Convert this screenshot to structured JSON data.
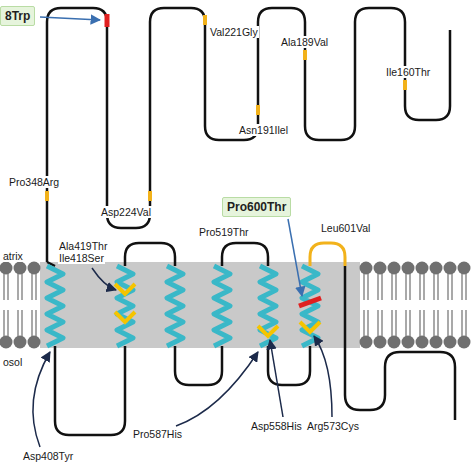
{
  "diagram": {
    "nodes": [
      {
        "text": [
          "8Trp"
        ]
      },
      {
        "text": [
          "Pro600Thr"
        ]
      }
    ],
    "labels": [
      "Val221Gly",
      "Ala189Val",
      "Ile160Thr",
      "Pro348Arg",
      "Asp224Val",
      "Asn191Ilel",
      "Ala419Thr",
      "Ile418Ser",
      "Leu601Val",
      "Pro519Thr",
      "atrix",
      "osol",
      "Asp408Tyr",
      "Asp558His",
      "Arg573Cys",
      "Pro587His"
    ]
  }
}
